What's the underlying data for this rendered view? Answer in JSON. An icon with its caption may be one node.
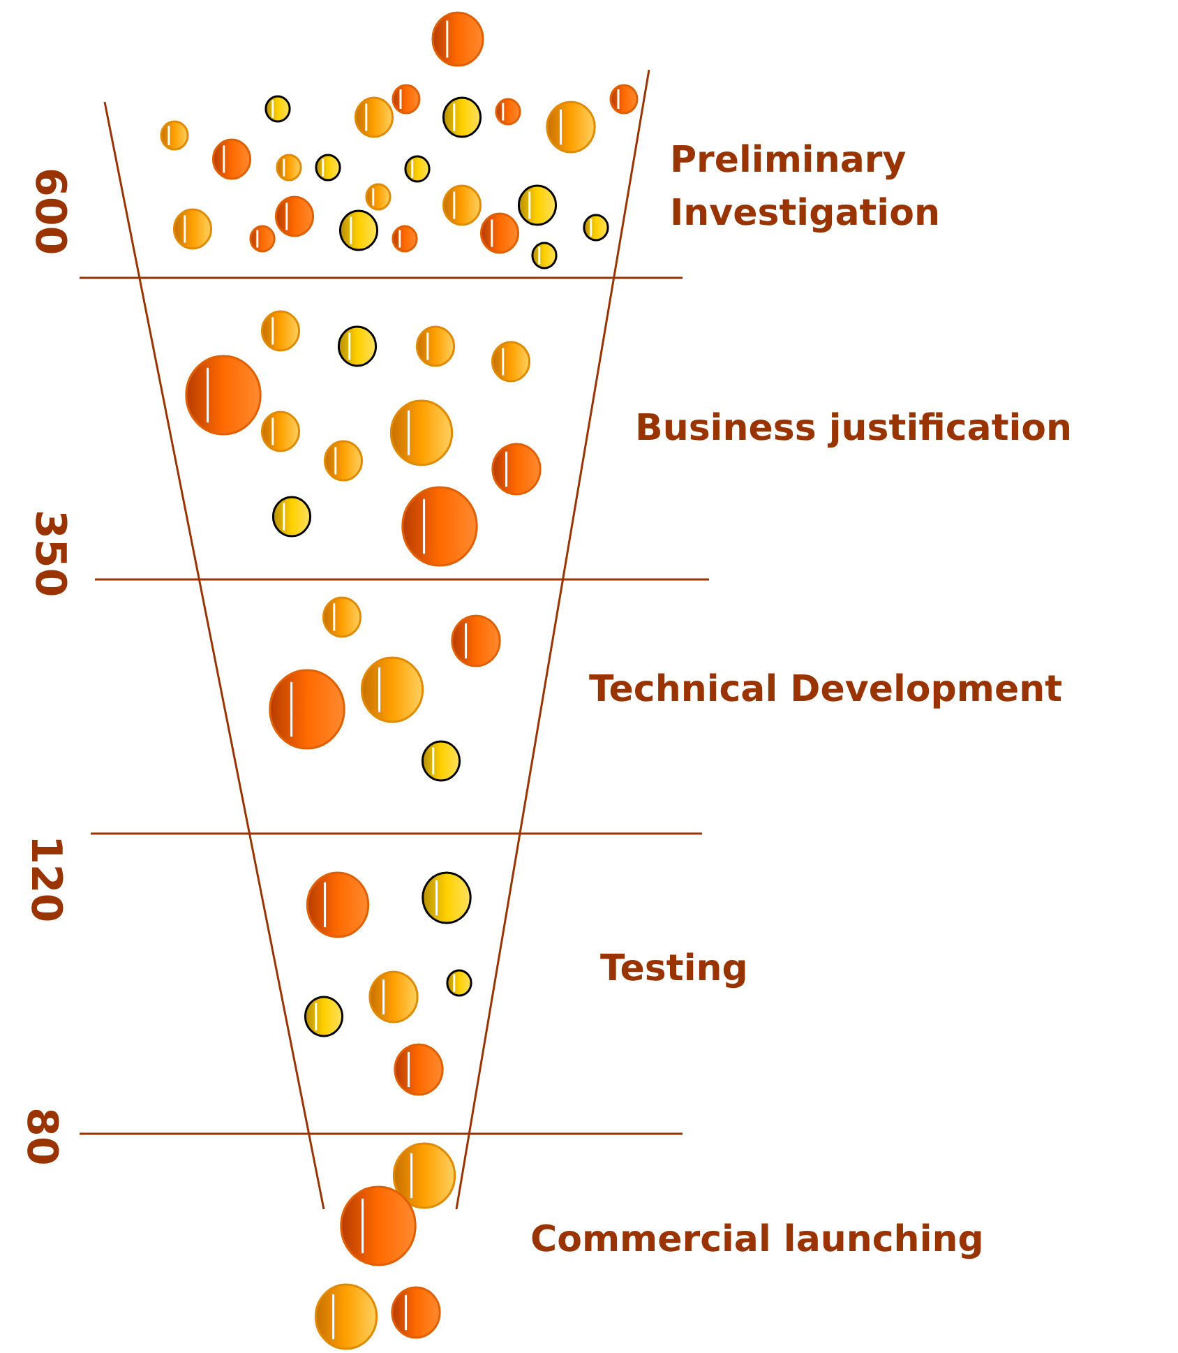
{
  "diagram": {
    "labels": [
      "Preliminary Investigation",
      "600",
      "Business justification",
      "350",
      "Technical Development",
      "120",
      "Testing",
      "80",
      "Commercial launching"
    ]
  }
}
